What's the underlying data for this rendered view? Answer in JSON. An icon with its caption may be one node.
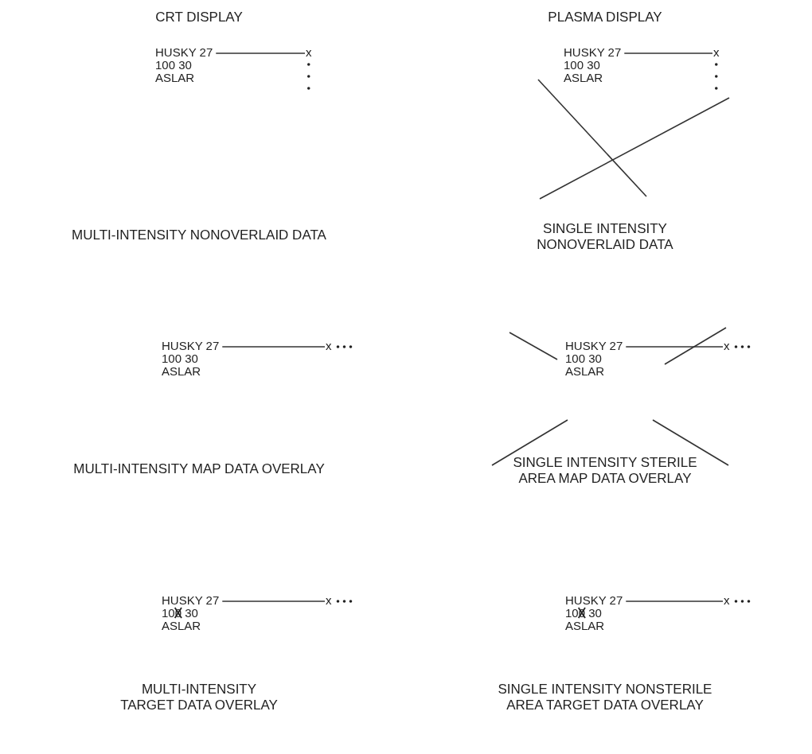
{
  "diagram": {
    "nodes": [
      {
        "text": [
          "HUSKY 27",
          "100 30",
          "ASLAR"
        ]
      },
      {
        "text": [
          "x"
        ]
      },
      {
        "text": [
          "HUSKY 27",
          "100 30",
          "ASLAR"
        ]
      },
      {
        "text": [
          "x"
        ]
      },
      {
        "text": [
          "HUSKY 27",
          "100 30",
          "ASLAR"
        ]
      },
      {
        "text": [
          "x"
        ]
      },
      {
        "text": [
          "HUSKY 27",
          "100 30",
          "ASLAR"
        ]
      },
      {
        "text": [
          "x"
        ]
      },
      {
        "text": [
          "HUSKY 27",
          "100 30",
          "ASLAR"
        ]
      },
      {
        "text": [
          "x"
        ]
      },
      {
        "text": [
          "HUSKY 27",
          "100 30",
          "ASLAR"
        ]
      },
      {
        "text": [
          "x"
        ]
      }
    ],
    "edges": [
      {
        "from": 0,
        "to": 1,
        "arrow": "none"
      },
      {
        "from": 2,
        "to": 3,
        "arrow": "none"
      },
      {
        "from": 4,
        "to": 5,
        "arrow": "none"
      },
      {
        "from": 6,
        "to": 7,
        "arrow": "none"
      },
      {
        "from": 8,
        "to": 9,
        "arrow": "none"
      },
      {
        "from": 10,
        "to": 11,
        "arrow": "none"
      }
    ],
    "labels": [
      "CRT DISPLAY",
      "PLASMA DISPLAY",
      "MULTI-INTENSITY NONOVERLAID DATA",
      "SINGLE INTENSITY NONOVERLAID DATA",
      "MULTI-INTENSITY MAP DATA OVERLAY",
      "SINGLE INTENSITY STERILE AREA MAP DATA OVERLAY",
      "MULTI-INTENSITY TARGET DATA OVERLAY",
      "SINGLE INTENSITY NONSTERILE AREA TARGET DATA OVERLAY"
    ]
  }
}
